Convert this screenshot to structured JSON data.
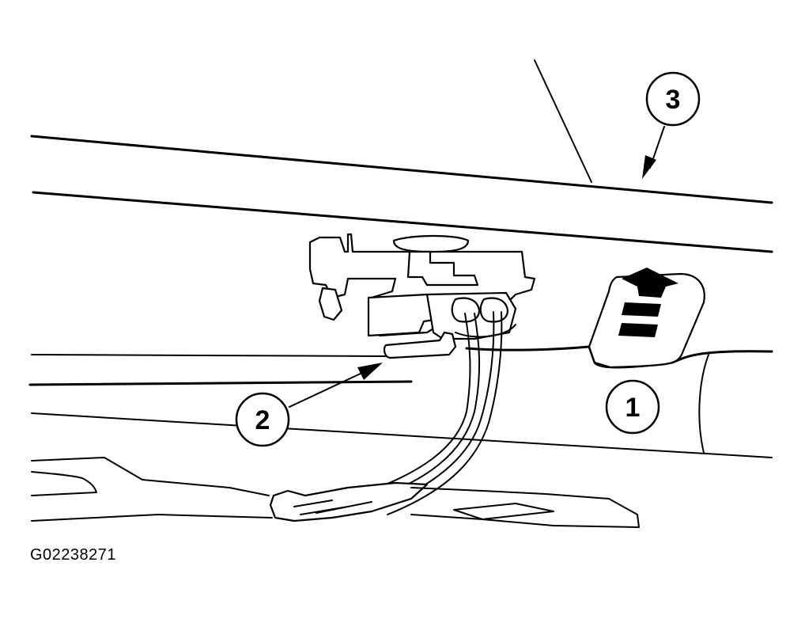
{
  "figure": {
    "id_label": "G02238271"
  },
  "callouts": [
    {
      "number": "1"
    },
    {
      "number": "2"
    },
    {
      "number": "3"
    }
  ]
}
